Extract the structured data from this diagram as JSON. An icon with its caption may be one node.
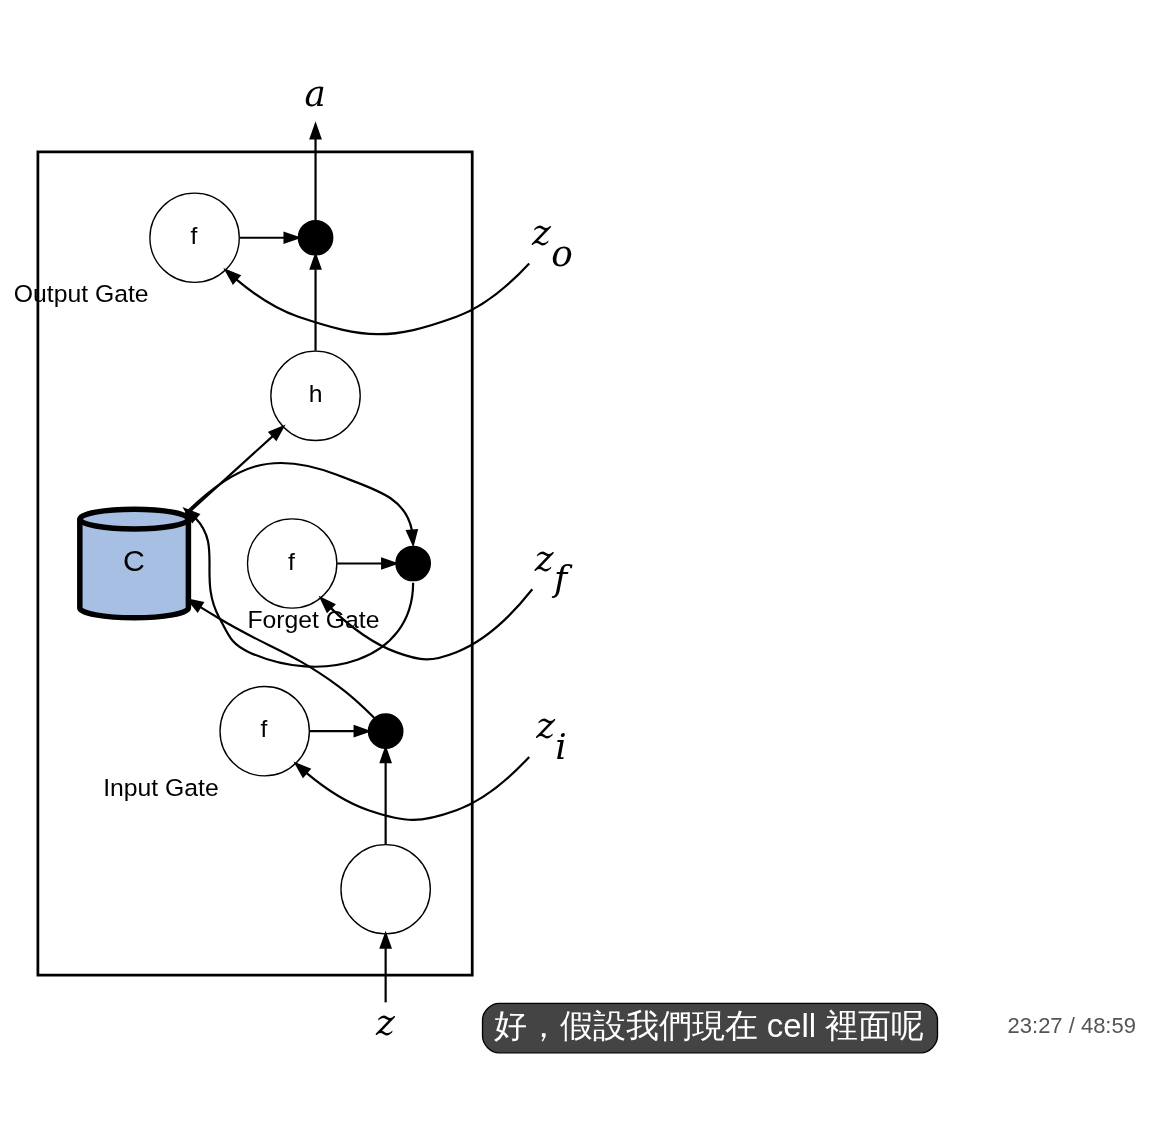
{
  "diagram": {
    "nodes": [
      {
        "text": [],
        "shape": "box"
      },
      {
        "text": [
          "a"
        ]
      },
      {
        "text": [
          "z$_{o}$"
        ]
      },
      {
        "text": [
          "f"
        ],
        "beside": [
          "Output Gate"
        ],
        "in": 0
      },
      {
        "text": [],
        "shape": "circle",
        "in": 0
      },
      {
        "text": [
          "h"
        ],
        "in": 0
      },
      {
        "text": [
          "C"
        ],
        "in": 0
      },
      {
        "text": [],
        "shape": "circle",
        "in": 0
      },
      {
        "text": [
          "f"
        ],
        "beside": [
          "Forget Gate"
        ],
        "in": 0
      },
      {
        "text": [
          "z$_{f}$"
        ]
      },
      {
        "text": [
          "z$_{i}$"
        ]
      },
      {
        "text": [
          "f"
        ],
        "beside": [
          "Input Gate"
        ],
        "in": 0
      },
      {
        "text": [],
        "shape": "circle",
        "in": 0
      },
      {
        "text": [],
        "shape": "circle",
        "in": 0
      },
      {
        "text": [
          "z"
        ]
      }
    ],
    "edges": [
      {
        "from": 14,
        "to": 13,
        "arrow": "to"
      },
      {
        "from": 13,
        "to": 12,
        "arrow": "to"
      },
      {
        "from": 10,
        "to": 11,
        "arrow": "to"
      },
      {
        "from": 11,
        "to": 12,
        "arrow": "to"
      },
      {
        "from": 12,
        "to": 6,
        "arrow": "to"
      },
      {
        "from": 6,
        "to": 7,
        "arrow": "to"
      },
      {
        "from": 7,
        "to": 6,
        "arrow": "to"
      },
      {
        "from": 8,
        "to": 7,
        "arrow": "to"
      },
      {
        "from": 9,
        "to": 8,
        "arrow": "to"
      },
      {
        "from": 6,
        "to": 5,
        "arrow": "to"
      },
      {
        "from": 5,
        "to": 4,
        "arrow": "to"
      },
      {
        "from": 2,
        "to": 3,
        "arrow": "to"
      },
      {
        "from": 3,
        "to": 4,
        "arrow": "to"
      },
      {
        "from": 4,
        "to": 1,
        "arrow": "to"
      }
    ],
    "labels": [
      "好，假設我們現在 cell 裡面呢",
      "23:27 / 48:59"
    ]
  }
}
